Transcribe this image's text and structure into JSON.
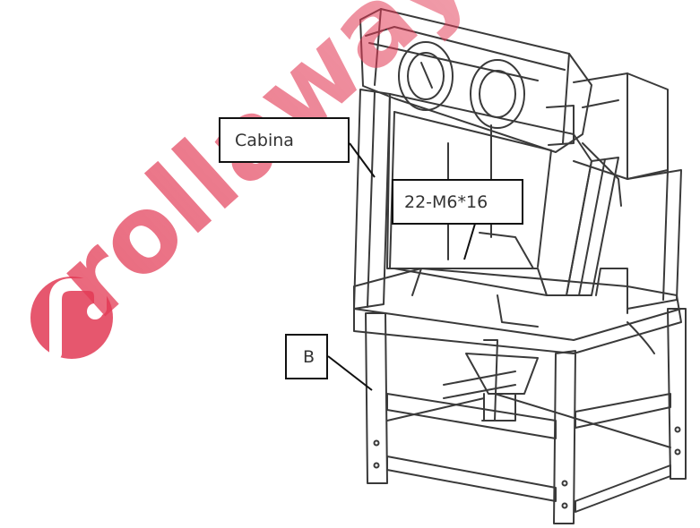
{
  "labels": {
    "cabinet": "Cabina",
    "screw": "22-M6*16",
    "part_b": "B"
  },
  "watermark": {
    "text": "rollaway",
    "color": "#e23a55"
  },
  "colors": {
    "line": "#3a3a3a",
    "leader": "#111111",
    "watermark": "#e23a55"
  }
}
